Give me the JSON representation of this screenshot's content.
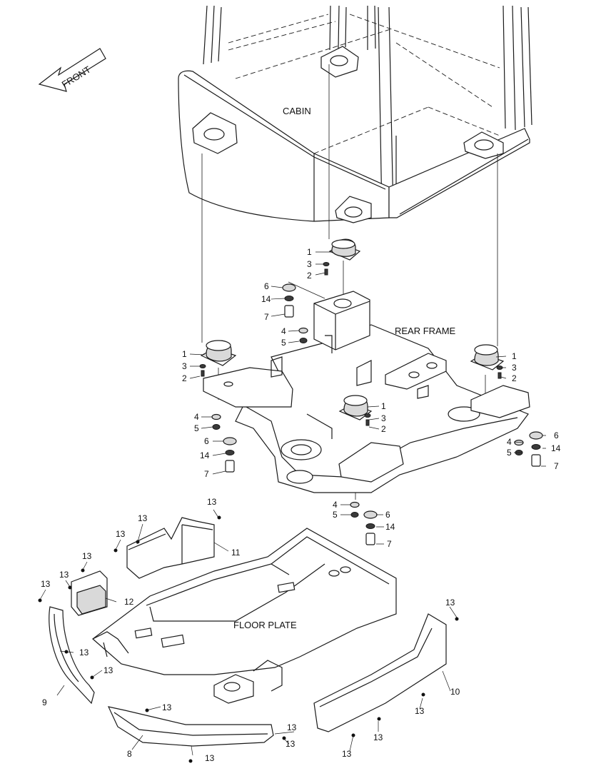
{
  "labels": {
    "front": "FRONT",
    "cabin": "CABIN",
    "rear_frame": "REAR FRAME",
    "floor_plate": "FLOOR PLATE"
  },
  "callouts": {
    "c1": "1",
    "c2": "2",
    "c3": "3",
    "c4": "4",
    "c5": "5",
    "c6": "6",
    "c7": "7",
    "c8": "8",
    "c9": "9",
    "c10": "10",
    "c11": "11",
    "c12": "12",
    "c13": "13",
    "c14": "14"
  }
}
